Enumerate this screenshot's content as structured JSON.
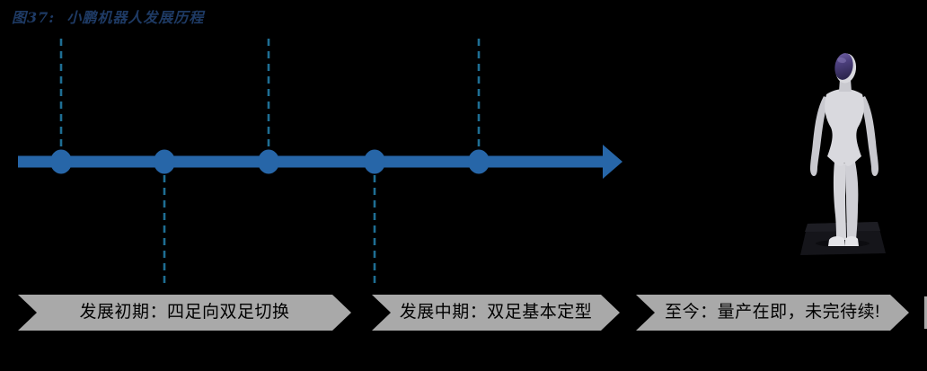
{
  "figure": {
    "title": "图37:  小鹏机器人发展历程"
  },
  "theme": {
    "bg": "#000000",
    "title_color": "#1e3a64",
    "arrow_blue": "#2766a8",
    "dash_teal": "#1e6e93",
    "banner_gray": "#a9a9a9",
    "banner_text": "#000000",
    "robot_body": "#d9d9de",
    "robot_visor_purple": "#4c3f7d"
  },
  "timeline": {
    "type": "timeline",
    "milestone_count": 5,
    "stages": [
      {
        "label": "发展初期：四足向双足切换"
      },
      {
        "label": "发展中期：双足基本定型"
      },
      {
        "label": "至今：量产在即，未完待续!"
      }
    ]
  },
  "banners": [
    {
      "label": "发展初期：四足向双足切换"
    },
    {
      "label": "发展中期：双足基本定型"
    },
    {
      "label": "至今：量产在即，未完待续!"
    }
  ]
}
